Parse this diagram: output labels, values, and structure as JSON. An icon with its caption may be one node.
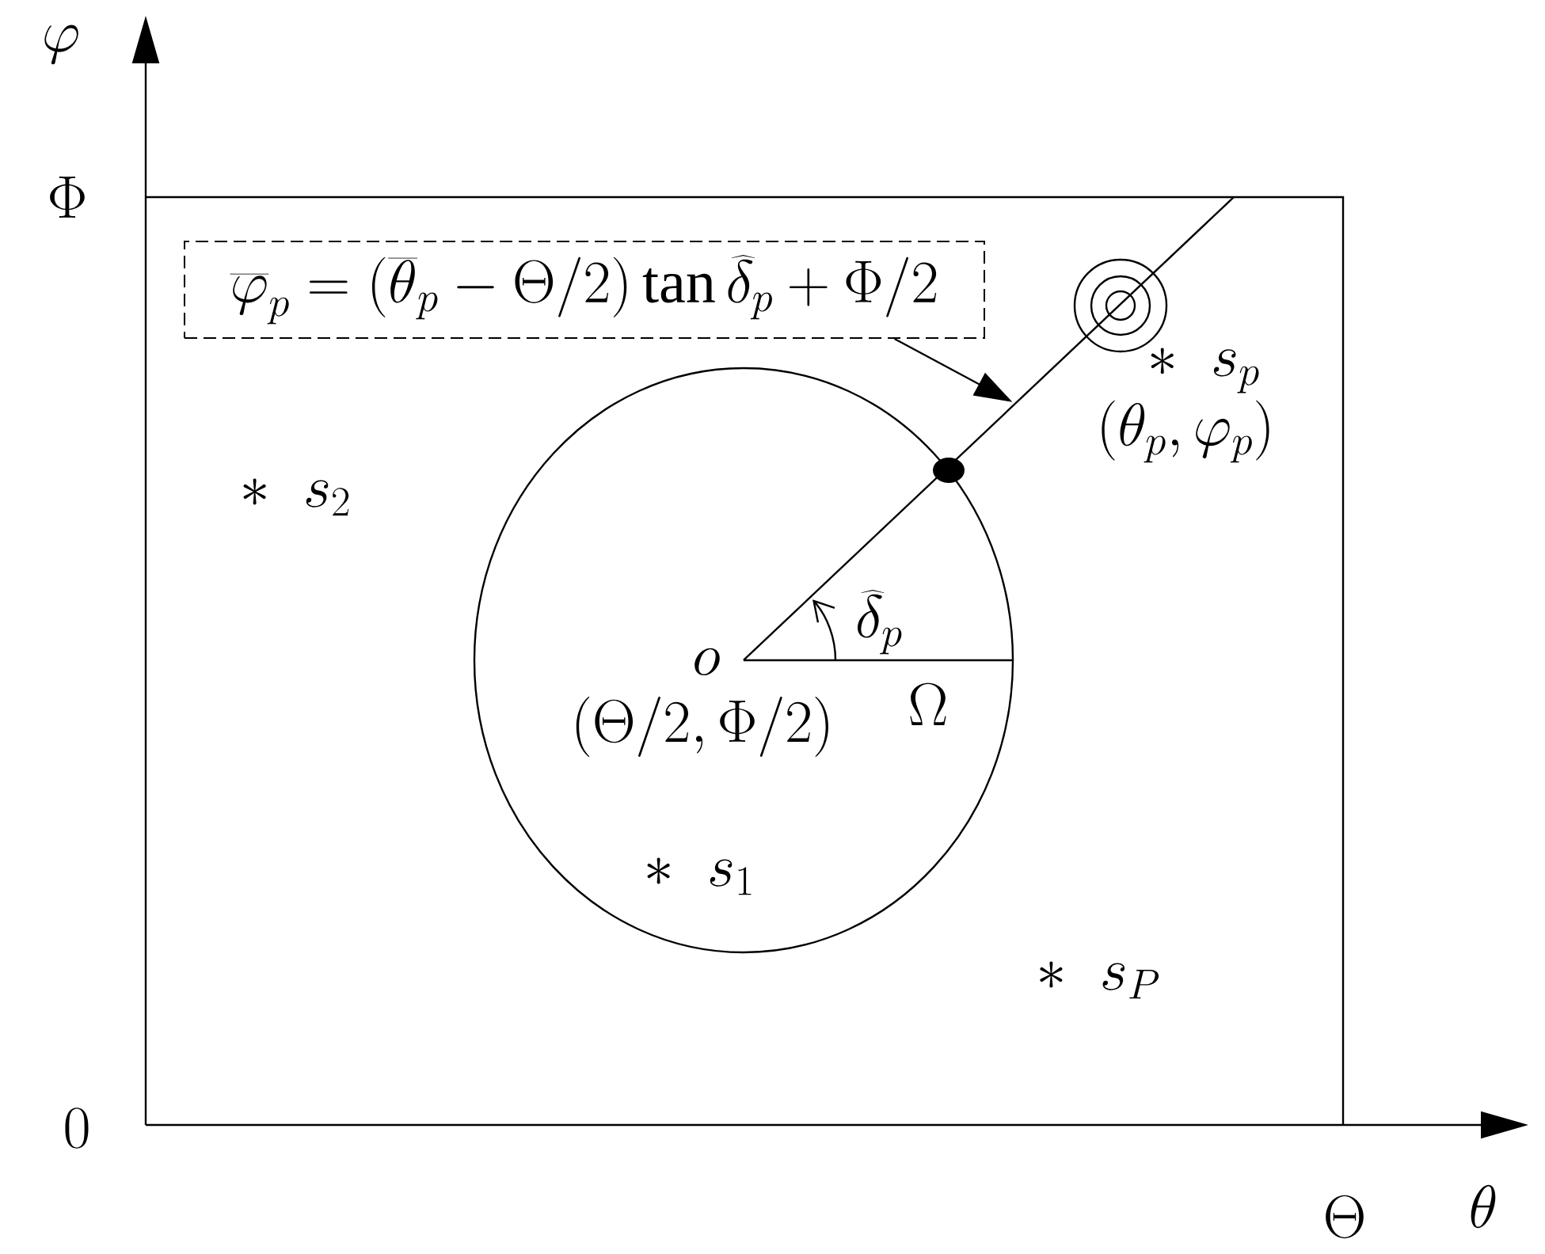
{
  "diagram": {
    "nodes": [
      {
        "text": [
          "\\overline{\\varphi}_{p}=(\\overline{\\theta}_{p}-\\Theta/2)\\tan\\widehat{\\delta}_{p}+\\Phi/2"
        ]
      },
      {
        "text": [],
        "shape": "line"
      }
    ],
    "edges": [
      {
        "from": 0,
        "to": 1,
        "arrow": "to"
      }
    ],
    "labels": [
      "\\varphi",
      "\\Phi",
      "\\ast\\;\\; s_{p}",
      "(\\theta_{p},\\varphi_{p})",
      "\\ast\\;\\; s_{2}",
      "\\widehat{\\delta}_{p}",
      "o",
      "\\Omega",
      "(\\Theta/2,\\Phi/2)",
      "\\ast\\;\\; s_{1}",
      "\\ast\\;\\; s_{P}",
      "0",
      "\\Theta",
      "\\theta"
    ]
  }
}
